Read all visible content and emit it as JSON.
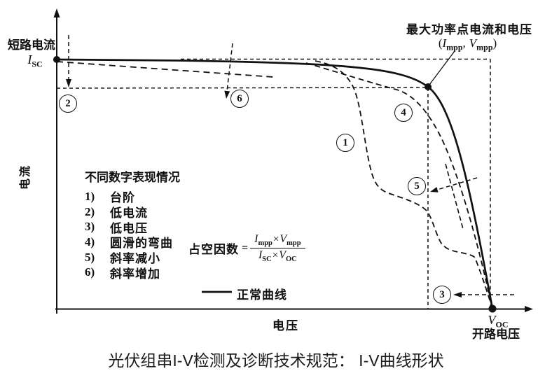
{
  "figure": {
    "caption": "光伏组串I-V检测及诊断技术规范： I-V曲线形状",
    "axes": {
      "x_label": "电压",
      "y_label": "电流"
    },
    "isc": {
      "title": "短路电流",
      "symbol": "I",
      "subscript": "SC"
    },
    "voc": {
      "symbol": "V",
      "subscript": "OC",
      "title": "开路电压"
    },
    "mpp": {
      "title": "最大功率点电流和电压",
      "open": "(",
      "i": "I",
      "i_sub": "mpp",
      "sep": ",",
      "v": "V",
      "v_sub": "mpp",
      "close": ")"
    },
    "legend_list": {
      "title": "不同数字表现情况",
      "items": [
        {
          "num": "1)",
          "label": "台阶"
        },
        {
          "num": "2)",
          "label": "低电流"
        },
        {
          "num": "3)",
          "label": "低电压"
        },
        {
          "num": "4)",
          "label": "圆滑的弯曲"
        },
        {
          "num": "5)",
          "label": "斜率减小"
        },
        {
          "num": "6)",
          "label": "斜率增加"
        }
      ]
    },
    "formula": {
      "lhs": "占空因数",
      "equals": "=",
      "numerator": {
        "a": "I",
        "a_sub": "mpp",
        "times": "×",
        "b": "V",
        "b_sub": "mpp"
      },
      "denominator": {
        "a": "I",
        "a_sub": "SC",
        "times": "×",
        "b": "V",
        "b_sub": "OC"
      }
    },
    "normal_curve_label": "正常曲线",
    "markers": [
      {
        "n": "1"
      },
      {
        "n": "2"
      },
      {
        "n": "3"
      },
      {
        "n": "4"
      },
      {
        "n": "5"
      },
      {
        "n": "6"
      }
    ]
  },
  "colors": {
    "ink": "#111111",
    "background": "#ffffff"
  }
}
